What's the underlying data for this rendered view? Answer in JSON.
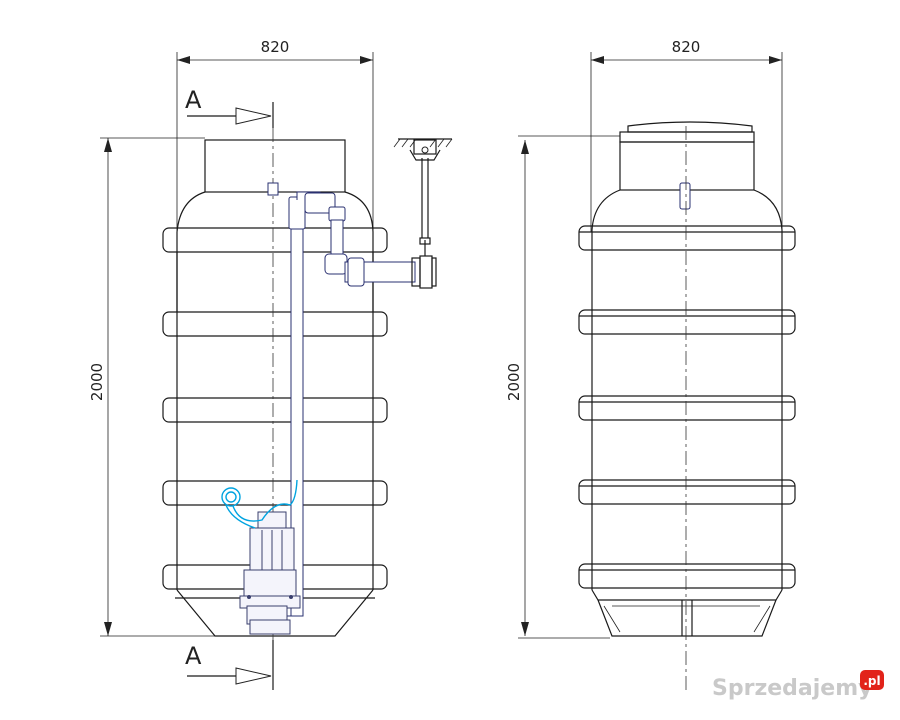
{
  "dimensions": {
    "left_width": "820",
    "right_width": "820",
    "left_height": "2000",
    "right_height": "2000"
  },
  "section": {
    "top_label": "A",
    "bottom_label": "A"
  },
  "watermark": {
    "text": "Sprzedajemy",
    "badge": ".pl",
    "badge_color": "#e2231a"
  },
  "colors": {
    "line": "#1a1a1a",
    "pump": "#3a3f6e",
    "cable": "#00a3e0"
  }
}
